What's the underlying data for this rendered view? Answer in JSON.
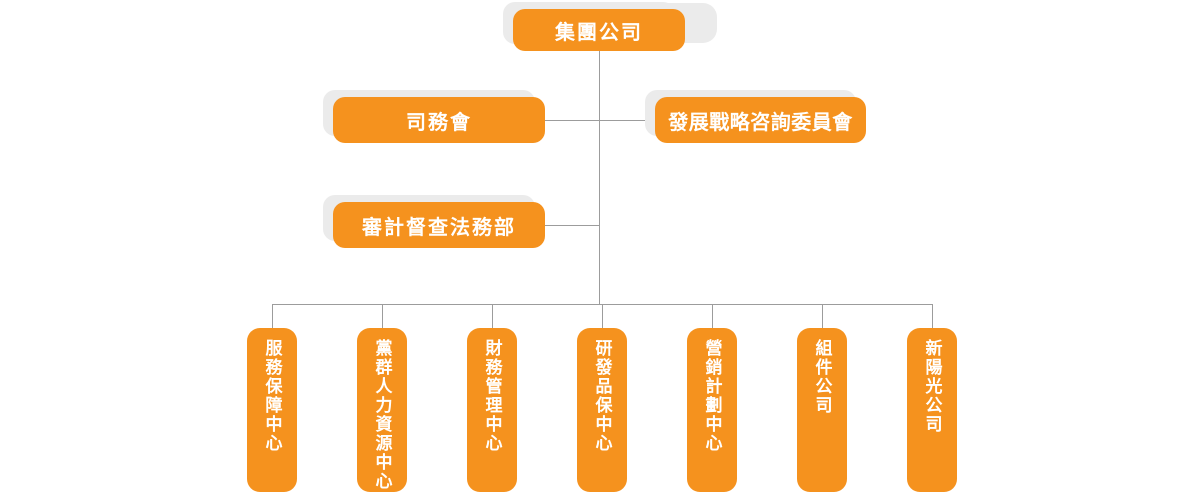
{
  "org_chart": {
    "root": {
      "label": "集團公司"
    },
    "committees": [
      {
        "label": "司務會"
      },
      {
        "label": "發展戰略咨詢委員會"
      }
    ],
    "audit": {
      "label": "審計督查法務部"
    },
    "departments": [
      {
        "label": "服務保障中心"
      },
      {
        "label": "黨群人力資源中心"
      },
      {
        "label": "財務管理中心"
      },
      {
        "label": "研發品保中心"
      },
      {
        "label": "營銷計劃中心"
      },
      {
        "label": "組件公司"
      },
      {
        "label": "新陽光公司"
      }
    ],
    "colors": {
      "node_fill": "#F5921E",
      "node_text": "#FFFFFF",
      "node_shadow": "#EBEBEB",
      "connector_line": "#9C9C9C",
      "background": "#FFFFFF"
    }
  }
}
